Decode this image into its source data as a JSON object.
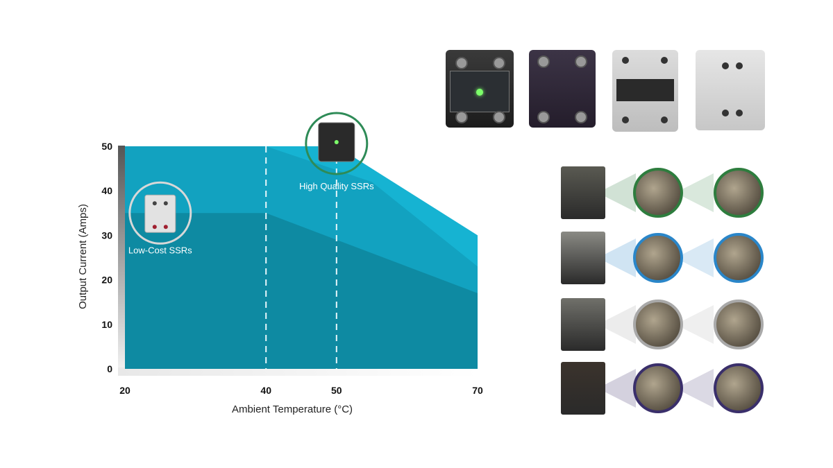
{
  "chart_data": {
    "type": "area",
    "xlabel": "Ambient Temperature (°C)",
    "ylabel": "Output Current (Amps)",
    "xlim": [
      20,
      70
    ],
    "ylim": [
      0,
      50
    ],
    "x_ticks": [
      20,
      40,
      50,
      70
    ],
    "y_ticks": [
      0,
      10,
      20,
      30,
      40,
      50
    ],
    "reference_lines_x": [
      40,
      50
    ],
    "series": [
      {
        "name": "High Quality SSRs",
        "color": "#16b3d2",
        "points": [
          [
            20,
            50
          ],
          [
            40,
            50
          ],
          [
            50,
            50
          ],
          [
            70,
            30
          ]
        ]
      },
      {
        "color": "#12a2c0",
        "points": [
          [
            20,
            50
          ],
          [
            40,
            50
          ],
          [
            55,
            42
          ],
          [
            70,
            23
          ]
        ]
      },
      {
        "name": "Low-Cost SSRs",
        "color": "#0e8aa2",
        "points": [
          [
            20,
            35
          ],
          [
            40,
            35
          ],
          [
            50,
            29
          ],
          [
            60,
            23
          ],
          [
            70,
            17
          ]
        ]
      }
    ],
    "callouts": [
      {
        "label": "Low-Cost SSRs",
        "x": 25,
        "y": 35,
        "ring_color": "#d8d8d8",
        "product": "grey-relay-icon"
      },
      {
        "label": "High Quality SSRs",
        "x": 50,
        "y": 50,
        "ring_color": "#2e8b57",
        "product": "black-relay-icon"
      }
    ]
  },
  "comparison": {
    "ring_colors": [
      "#2e7d3e",
      "#2a86c9",
      "#a9a9a9",
      "#3a2f6b"
    ]
  }
}
